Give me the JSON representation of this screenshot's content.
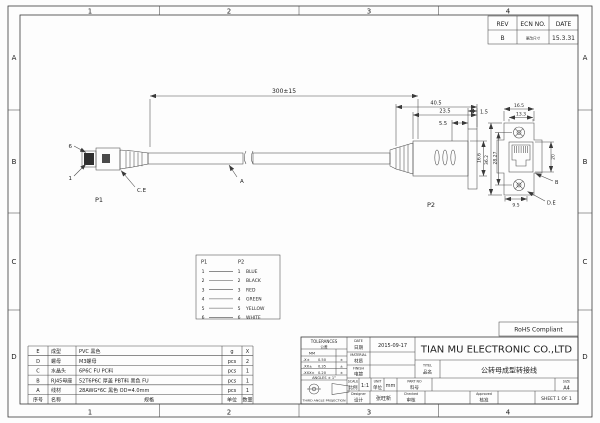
{
  "frame": {
    "cols": [
      "1",
      "2",
      "3",
      "4"
    ],
    "rows": [
      "A",
      "B",
      "C",
      "D"
    ]
  },
  "rev_table": {
    "rev_h": "REV",
    "ecn_h": "ECN NO.",
    "date_h": "DATE",
    "rev": "B",
    "ecn": "更改尺寸",
    "date": "15.3.31"
  },
  "drawing": {
    "length_dim": "300±15",
    "p1": "P1",
    "p2": "P2",
    "pin6": "6",
    "pin1": "1",
    "ce": "C.E",
    "a": "A",
    "b": "B",
    "de": "D.E",
    "d_40_5": "40.5",
    "d_23_5": "23.5",
    "d_5_5": "5.5",
    "d_1_5": "1.5",
    "d_16_6": "16.6",
    "d_16_5": "16.5",
    "d_13_3": "13.3",
    "d_36_2": "36.2",
    "d_28_27": "28.27",
    "d_20": "20",
    "d_9_5": "9.5"
  },
  "wiring": {
    "p1": "P1",
    "p2": "P2",
    "rows": [
      {
        "l": "1",
        "r": "1",
        "color": "BLUE"
      },
      {
        "l": "2",
        "r": "2",
        "color": "BLACK"
      },
      {
        "l": "3",
        "r": "3",
        "color": "RED"
      },
      {
        "l": "4",
        "r": "4",
        "color": "GREEN"
      },
      {
        "l": "5",
        "r": "5",
        "color": "YELLOW"
      },
      {
        "l": "6",
        "r": "6",
        "color": "WHITE"
      }
    ]
  },
  "bom": {
    "rows": [
      {
        "no": "E",
        "name": "成型",
        "spec": "PVC 黑色",
        "unit": "g",
        "qty": "X"
      },
      {
        "no": "D",
        "name": "螺母",
        "spec": "M3螺母",
        "unit": "pcs",
        "qty": "2"
      },
      {
        "no": "C",
        "name": "水晶头",
        "spec": "6P6C FU PC料",
        "unit": "pcs",
        "qty": "1"
      },
      {
        "no": "B",
        "name": "RJ45母座",
        "spec": "52T6P6C 厚盖 PBT料 黑色 FU",
        "unit": "pcs",
        "qty": "1"
      },
      {
        "no": "A",
        "name": "线材",
        "spec": "28AWG*6C 黑色 OD=4.0mm",
        "unit": "pcs",
        "qty": "1"
      }
    ],
    "footer": {
      "no": "序号",
      "name": "名称",
      "spec": "规格",
      "unit": "单位",
      "qty": "数量"
    }
  },
  "titleblock": {
    "tol": {
      "en": "TOLERANCES",
      "cn": "公差",
      "mm": "MM",
      "r1l": ".X±",
      "r1v": "0.50",
      "r2l": ".XX±",
      "r2v": "0.35",
      "r3l": ".XXX±",
      "r3v": "0.20",
      "pm": "±",
      "angles": "ANGLES ± 1°",
      "projection": "THIRD ANGLE PROJECTION"
    },
    "date_en": "DATE",
    "date_cn": "日期",
    "date": "2015-09-17",
    "material_en": "MATERIAL",
    "material_cn": "材质",
    "finish_en": "FINISH",
    "finish_cn": "电镀",
    "scale_en": "SCALE",
    "scale_cn": "比例",
    "scale": "1:1",
    "unit_en": "UNIT",
    "unit_cn": "单位",
    "unit": "mm",
    "partno_en": "PART NO",
    "partno_cn": "料号",
    "designer_en": "Designer",
    "designer_cn": "设计",
    "designer": "张旺新",
    "checked_en": "Checked",
    "checked_cn": "审核",
    "approved_en": "Approved",
    "approved_cn": "核准",
    "company": "TIAN MU ELECTRONIC CO.,LTD",
    "title_en": "TITEL",
    "title_cn": "品名",
    "title": "公转母成型转接线",
    "size_en": "SIZE",
    "size": "A4",
    "sheet": "SHEET 1 OF 1"
  },
  "rohs": "RoHS Compliant"
}
